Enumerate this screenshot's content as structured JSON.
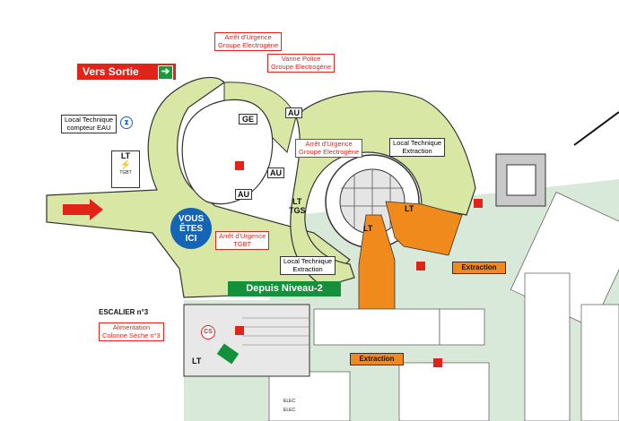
{
  "labels": {
    "vers_sortie": "Vers Sortie",
    "vous_etes": "VOUS",
    "etes": "ÊTES",
    "ici": "ICI",
    "depuis_niveau": "Depuis Niveau-2",
    "extraction_1": "Extraction",
    "extraction_2": "Extraction",
    "escalier": "ESCALIER n°3",
    "ge": "GE",
    "lt": "LT",
    "lt_tgbt": "TGBT",
    "lt_tgs_1": "LT",
    "lt_tgs_2": "TGS",
    "au": "AU",
    "cs": "CS",
    "elec": "ELEC"
  },
  "callouts": {
    "arret_urgence_1": [
      "Arrêt d'Urgence",
      "Groupe Electrogène"
    ],
    "vanne_police": [
      "Vanne Police",
      "Groupe Electrogène"
    ],
    "arret_urgence_2": [
      "Arrêt d'Urgence",
      "Groupe Electrogène"
    ],
    "arret_urgence_tgbt": [
      "Arrêt d'Urgence",
      "TGBT"
    ],
    "local_technique_eau": [
      "Local Technique",
      "compteur EAU"
    ],
    "local_technique_extraction_1": [
      "Local Technique",
      "Extraction"
    ],
    "local_technique_extraction_2": [
      "Local Technique",
      "Extraction"
    ],
    "alimentation_colonne": [
      "Alimentation",
      "Colonne Sèche n°3"
    ]
  },
  "colors": {
    "drivable": "#d8e7a4",
    "parking": "#d9e9d9",
    "building": "#c9c9c9",
    "extraction": "#f08a1c",
    "exit_red": "#e2231a",
    "exit_green": "#14913a",
    "you_are_here": "#1565b7"
  },
  "icons": [
    "exit-arrow-icon",
    "fire-extinguisher-icon",
    "water-meter-icon",
    "electric-hazard-icon",
    "north-arrow-icon",
    "direction-arrow-icon"
  ]
}
